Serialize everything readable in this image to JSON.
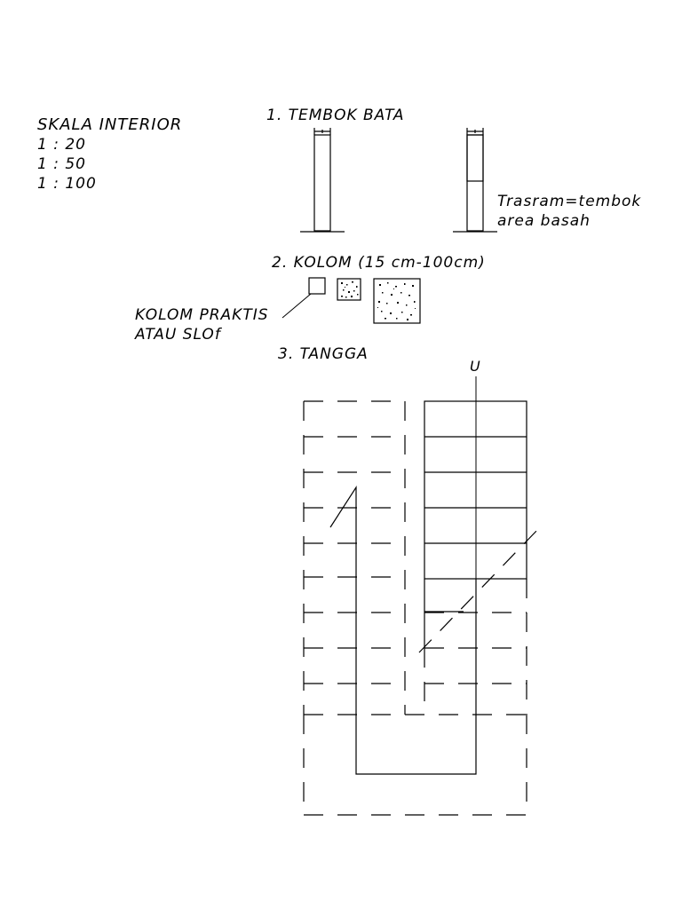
{
  "scale_block": {
    "title": "SKALA INTERIOR",
    "scales": [
      "1 : 20",
      "1 : 50",
      "1 : 100"
    ]
  },
  "section_wall": {
    "heading": "1.  TEMBOK BATA",
    "note_line1": "Trasram=tembok",
    "note_line2": "area basah"
  },
  "section_column": {
    "heading": "2. KOLOM (15 cm-100cm)",
    "label_line1": "KOLOM PRAKTIS",
    "label_line2": "ATAU SLOf"
  },
  "section_stair": {
    "heading": "3. TANGGA",
    "up_marker": "U"
  }
}
